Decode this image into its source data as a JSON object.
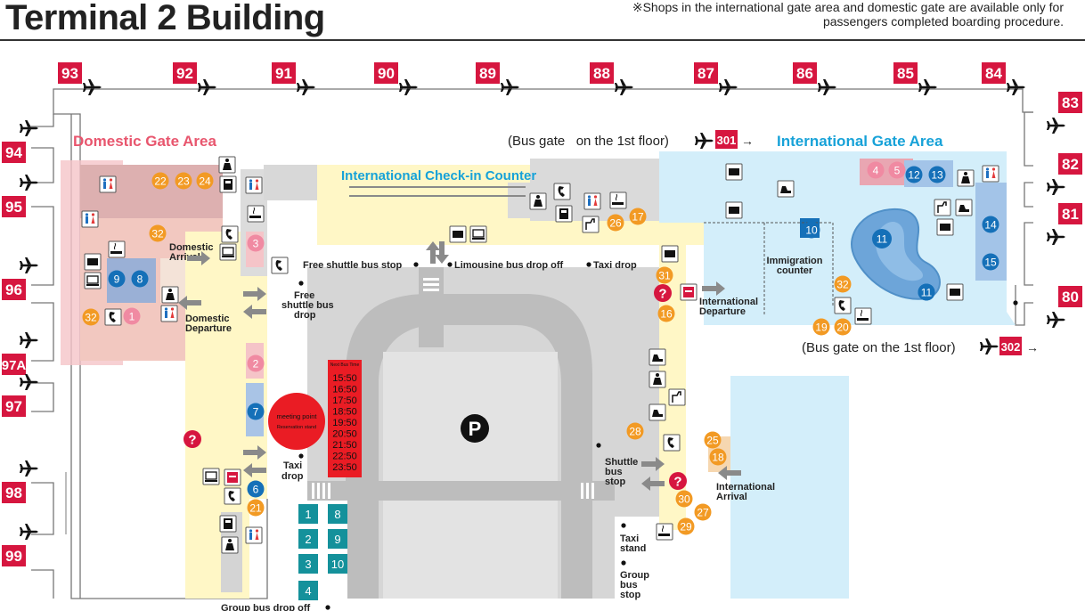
{
  "title": "Terminal 2 Building",
  "note": "※Shops in the international gate area and domestic gate are available only for passengers completed boarding procedure.",
  "areas": {
    "domestic": "Domestic Gate Area",
    "international": "International Gate Area",
    "checkin": "International Check-in Counter"
  },
  "bus_gates": {
    "north": "(Bus gate   on the 1st floor)",
    "north_no": "301",
    "south": "(Bus gate on the 1st floor)",
    "south_no": "302",
    "arrow": "→"
  },
  "labels": {
    "dom_arr": [
      "Domestic",
      "Arrival"
    ],
    "dom_dep": [
      "Domestic",
      "Departure"
    ],
    "int_dep": [
      "International",
      "Departure"
    ],
    "int_arr": [
      "International",
      "Arrival"
    ],
    "immig": [
      "Immigration",
      "counter"
    ],
    "free_shuttle_stop": "Free shuttle bus stop",
    "limo": "Limousine bus drop off",
    "taxi_top": "Taxi drop",
    "free_shuttle_drop": [
      "Free",
      "shuttle bus",
      "drop"
    ],
    "taxi_left": [
      "Taxi",
      "drop"
    ],
    "shuttle_stop": [
      "Shuttle",
      "bus",
      "stop"
    ],
    "taxi_stand": [
      "Taxi",
      "stand"
    ],
    "group_stop": [
      "Group",
      "bus",
      "stop"
    ],
    "group_drop": "Group bus drop off"
  },
  "gates_top": [
    "93",
    "92",
    "91",
    "90",
    "89",
    "88",
    "87",
    "86",
    "85",
    "84"
  ],
  "gates_left": [
    "94",
    "95",
    "96",
    "97A",
    "97",
    "98",
    "99"
  ],
  "gates_right": [
    "83",
    "82",
    "81",
    "80"
  ],
  "meeting_point": [
    "meeting point",
    "Reservation stand"
  ],
  "timetable": {
    "header": "Next Bus Time",
    "times": [
      "15:50",
      "16:50",
      "17:50",
      "18:50",
      "19:50",
      "20:50",
      "21:50",
      "22:50",
      "23:50"
    ]
  },
  "parking": "P",
  "bus_bays": [
    "1",
    "2",
    "3",
    "4",
    "8",
    "9",
    "10"
  ],
  "shops": {
    "pink": [
      "1",
      "2",
      "3",
      "4",
      "5"
    ],
    "blue": [
      "6",
      "7",
      "8",
      "9",
      "10",
      "11",
      "11",
      "11",
      "12",
      "13",
      "14",
      "15"
    ],
    "orange": [
      "16",
      "17",
      "18",
      "19",
      "20",
      "21",
      "22",
      "23",
      "24",
      "25",
      "26",
      "27",
      "28",
      "29",
      "30",
      "31",
      "32",
      "32",
      "32"
    ]
  },
  "info_mark": "?",
  "colors": {
    "gate_red": "#d6163f",
    "domestic_pink": "#e8566e",
    "international_blue": "#17a2d8",
    "shop_orange": "#f29a24",
    "shop_pink": "#f08aa2",
    "shop_blue": "#1570b8",
    "bus_teal": "#14919b",
    "timetable_red": "#ea1c24"
  }
}
